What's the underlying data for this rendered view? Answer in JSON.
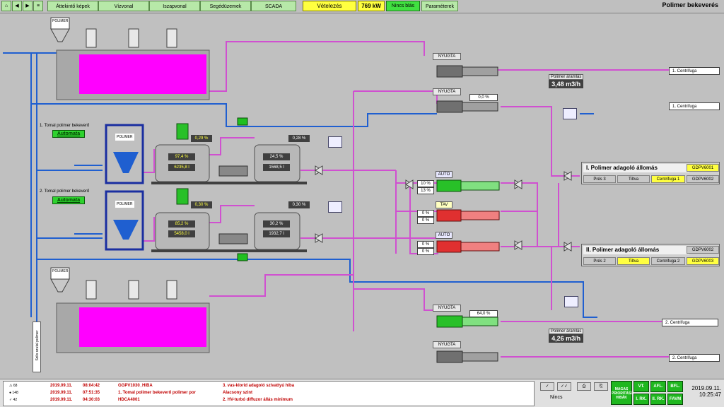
{
  "topbar": {
    "nav": [
      "Áttekintő képek",
      "Vízvonal",
      "Iszapvonal",
      "Segédüzemek",
      "SCADA"
    ],
    "vetelezes": "Vételezés",
    "power": "769 kW",
    "billing": "Nincs blás",
    "params": "Paraméterek",
    "title": "Polimer bekeverés"
  },
  "upper_hopper_label": "POLIMER",
  "lower_hopper_label": "POLIMER",
  "mixer1": {
    "label": "1. Tomal polimer bekeverő",
    "mode": "Automata",
    "hopper": "POLIMER",
    "tank1_pct": "97,4 %",
    "tank1_vol": "6235,8 l",
    "tank2_pct": "24,5 %",
    "tank2_vol": "1568,5 l",
    "pump_pct": "0,29 %",
    "valve_pct": "0,28 %"
  },
  "mixer2": {
    "label": "2. Tomal polimer bekeverő",
    "mode": "Automata",
    "hopper": "POLIMER",
    "tank1_pct": "85,2 %",
    "tank1_vol": "5458,0 l",
    "tank2_pct": "30,2 %",
    "tank2_vol": "1932,7 l",
    "pump_pct": "0,30 %",
    "valve_pct": "0,30 %"
  },
  "pumps_top": [
    {
      "status": "NYUGTA",
      "value": ""
    },
    {
      "status": "NYUGTA",
      "value": "0,0 %"
    }
  ],
  "pumps_bottom": [
    {
      "status": "NYUGTA",
      "value": "64,0 %"
    },
    {
      "status": "NYUGTA",
      "value": ""
    }
  ],
  "dosing": [
    {
      "mode": "AUTO",
      "v1": "10 %",
      "v2": "13 %"
    },
    {
      "mode": "TAV",
      "v1": "0 %",
      "v2": "0 %"
    },
    {
      "mode": "AUTO",
      "v1": "0 %",
      "v2": "0 %"
    }
  ],
  "flow1": {
    "label": "Polimer áramlás",
    "value": "3,48 m3/h"
  },
  "flow2": {
    "label": "Polimer áramlás",
    "value": "4,26 m3/h"
  },
  "destinations": [
    "1. Centrifuga",
    "1. Centrifuga",
    "2. Centrifuga",
    "2. Centrifuga"
  ],
  "station1": {
    "title": "I. Polimer adagoló állomás",
    "cells": [
      "GDPV6001",
      "Prés 3",
      "Tiltva",
      "Centrifuga 1",
      "GDPV6002"
    ]
  },
  "station2": {
    "title": "II. Polimer adagoló állomás",
    "cells": [
      "GDPV6002",
      "Prés 2",
      "Tiltva",
      "Centrifuga 2",
      "GDPV6003"
    ]
  },
  "vertical_label": "Szilo szutal polimer",
  "alarms": {
    "counts": [
      "68",
      "148",
      "42"
    ],
    "rows": [
      {
        "date": "2019.09.11.",
        "time": "08:04:42",
        "tag": "GGPV1030_HIBA",
        "msg": "3. vas-klorid adagoló szivattyú hiba"
      },
      {
        "date": "2019.09.11.",
        "time": "07:51:35",
        "tag": "1. Tomal polimer bekeverő polimer por",
        "msg": "Alacsony szint"
      },
      {
        "date": "2019.09.11.",
        "time": "04:30:03",
        "tag": "HDCA4001",
        "msg": "2. HV-turbó diffuzor állás minimum"
      }
    ]
  },
  "bottom": {
    "nincs": "Nincs",
    "prio": "MAGAS PRIORITÁSÚ HIBÁK",
    "buttons": [
      "VT.",
      "AFL.",
      "BFL.",
      "I. RK.",
      "II. RK.",
      "FAVM"
    ],
    "date": "2019.09.11.",
    "time": "10:25:47"
  }
}
